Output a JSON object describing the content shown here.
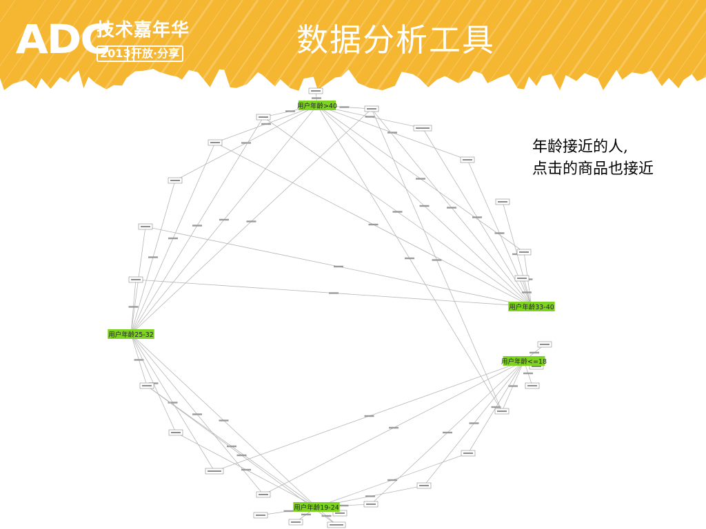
{
  "header": {
    "logo_main": "ADC",
    "logo_cn": "技术嘉年华",
    "logo_year": "2013",
    "logo_slogan": "开放·分享",
    "title": "数据分析工具",
    "background_color": "#f5b731"
  },
  "annotation": {
    "line1": "年龄接近的人,",
    "line2": "点击的商品也接近"
  },
  "graph": {
    "colors": {
      "hub_fill": "#7ed321",
      "edge": "#b5b5b5",
      "item_border": "#888888",
      "text": "#222222"
    },
    "hubs": [
      {
        "id": "h40",
        "label": "用户年龄>40"
      },
      {
        "id": "h33",
        "label": "用户年龄33-40"
      },
      {
        "id": "h18",
        "label": "用户年龄<=18"
      },
      {
        "id": "h19",
        "label": "用户年龄19-24"
      },
      {
        "id": "h25",
        "label": "用户年龄25-32"
      }
    ],
    "item_label": "口袋小商品",
    "item_count": 30
  }
}
